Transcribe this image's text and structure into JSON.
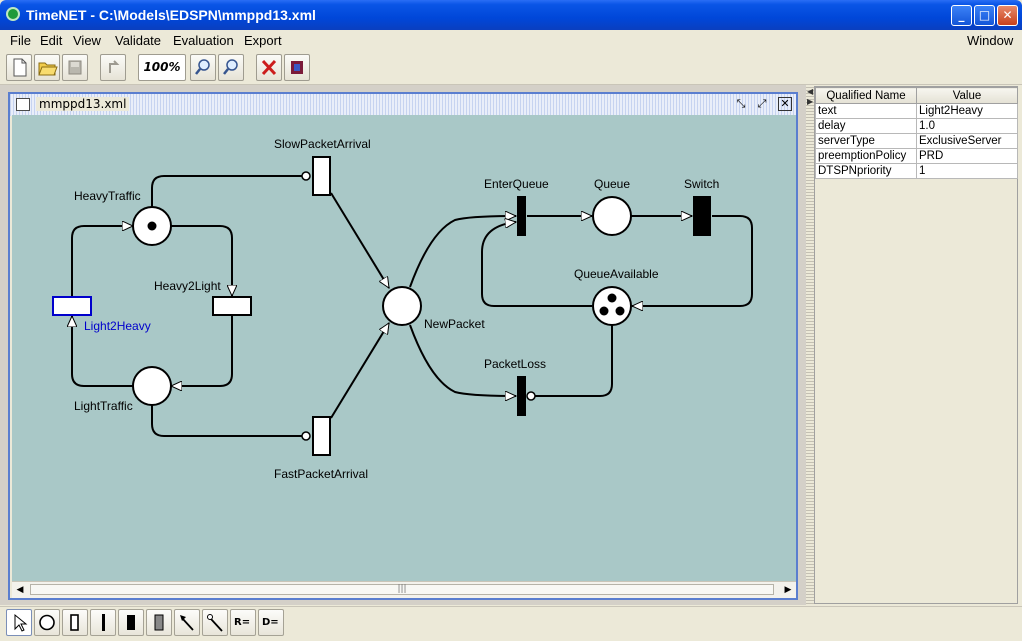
{
  "window": {
    "title": "TimeNET - C:\\Models\\EDSPN\\mmppd13.xml",
    "minimize_glyph": "_",
    "maximize_glyph": "□",
    "close_glyph": "✕"
  },
  "menubar": {
    "items": [
      {
        "label": "File"
      },
      {
        "label": "Edit"
      },
      {
        "label": "View"
      },
      {
        "label": "Validate"
      },
      {
        "label": "Evaluation"
      },
      {
        "label": "Export"
      }
    ],
    "window_label": "Window"
  },
  "toolbar": {
    "zoom": "100%",
    "buttons": [
      "new-file-icon",
      "open-folder-icon",
      "save-icon",
      "undo-icon",
      "zoom-in-icon",
      "zoom-out-icon",
      "delete-icon",
      "validate-icon"
    ]
  },
  "document": {
    "name": "mmppd13.xml"
  },
  "net": {
    "places": [
      {
        "id": "heavy",
        "label": "HeavyTraffic",
        "tokens": 1
      },
      {
        "id": "light",
        "label": "LightTraffic",
        "tokens": 0
      },
      {
        "id": "newpacket",
        "label": "NewPacket",
        "tokens": 0
      },
      {
        "id": "queue",
        "label": "Queue",
        "tokens": 0
      },
      {
        "id": "qavail",
        "label": "QueueAvailable",
        "tokens": 3
      }
    ],
    "transitions": [
      {
        "id": "slow",
        "label": "SlowPacketArrival",
        "kind": "exponential"
      },
      {
        "id": "fast",
        "label": "FastPacketArrival",
        "kind": "exponential"
      },
      {
        "id": "h2l",
        "label": "Heavy2Light",
        "kind": "exponential"
      },
      {
        "id": "l2h",
        "label": "Light2Heavy",
        "kind": "exponential",
        "selected": true
      },
      {
        "id": "enter",
        "label": "EnterQueue",
        "kind": "immediate"
      },
      {
        "id": "switch",
        "label": "Switch",
        "kind": "deterministic"
      },
      {
        "id": "loss",
        "label": "PacketLoss",
        "kind": "immediate"
      }
    ],
    "selection_color": "#0000cc",
    "canvas_color": "#a9c8c7"
  },
  "properties": {
    "headers": [
      "Qualified Name",
      "Value"
    ],
    "rows": [
      {
        "name": "text",
        "value": "Light2Heavy"
      },
      {
        "name": "delay",
        "value": "1.0"
      },
      {
        "name": "serverType",
        "value": "ExclusiveServer"
      },
      {
        "name": "preemptionPolicy",
        "value": "PRD"
      },
      {
        "name": "DTSPNpriority",
        "value": "1"
      }
    ]
  },
  "palette": {
    "tools": [
      "select-arrow-icon",
      "place-tool-icon",
      "exponential-transition-icon",
      "immediate-transition-icon",
      "deterministic-transition-icon",
      "general-transition-icon",
      "arc-tool-icon",
      "inhibitor-arc-icon",
      "result-measure-tool",
      "definition-tool"
    ],
    "result_label": "R=",
    "definition_label": "D="
  }
}
